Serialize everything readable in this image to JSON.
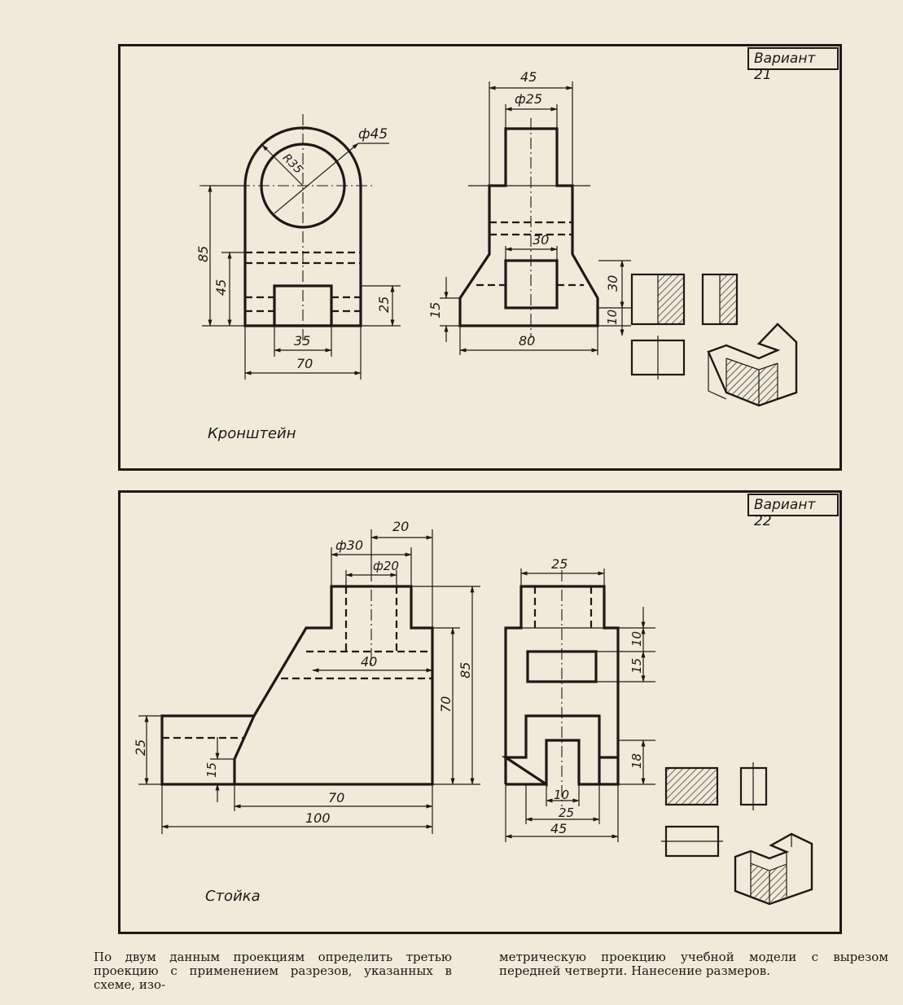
{
  "variant_1": {
    "label": "Вариант 21",
    "title": "Кронштейн",
    "dims": {
      "d_big": "ф45",
      "radius": "R35",
      "h85": "85",
      "h45": "45",
      "h25": "25",
      "w35": "35",
      "w70": "70",
      "w45_top": "45",
      "d25": "ф25",
      "w30": "30",
      "h15": "15",
      "h30": "30",
      "h10": "10",
      "w80": "80"
    }
  },
  "variant_2": {
    "label": "Вариант 22",
    "title": "Стойка",
    "dims": {
      "w20": "20",
      "d30": "ф30",
      "d20": "ф20",
      "w40": "40",
      "h85": "85",
      "h70": "70",
      "h25": "25",
      "h15": "15",
      "w70": "70",
      "w100": "100",
      "w25_top": "25",
      "h10": "10",
      "h15_side": "15",
      "h18": "18",
      "w10": "10",
      "w25": "25",
      "w45": "45"
    }
  },
  "caption": {
    "left": "По двум данным проекциям определить третью проекцию с применением разрезов, указанных в схеме, изо-",
    "right": "метрическую проекцию учебной модели с вырезом передней четверти. Нанесение размеров."
  },
  "colors": {
    "paper": "#efead9",
    "ink": "#1c1a17"
  }
}
